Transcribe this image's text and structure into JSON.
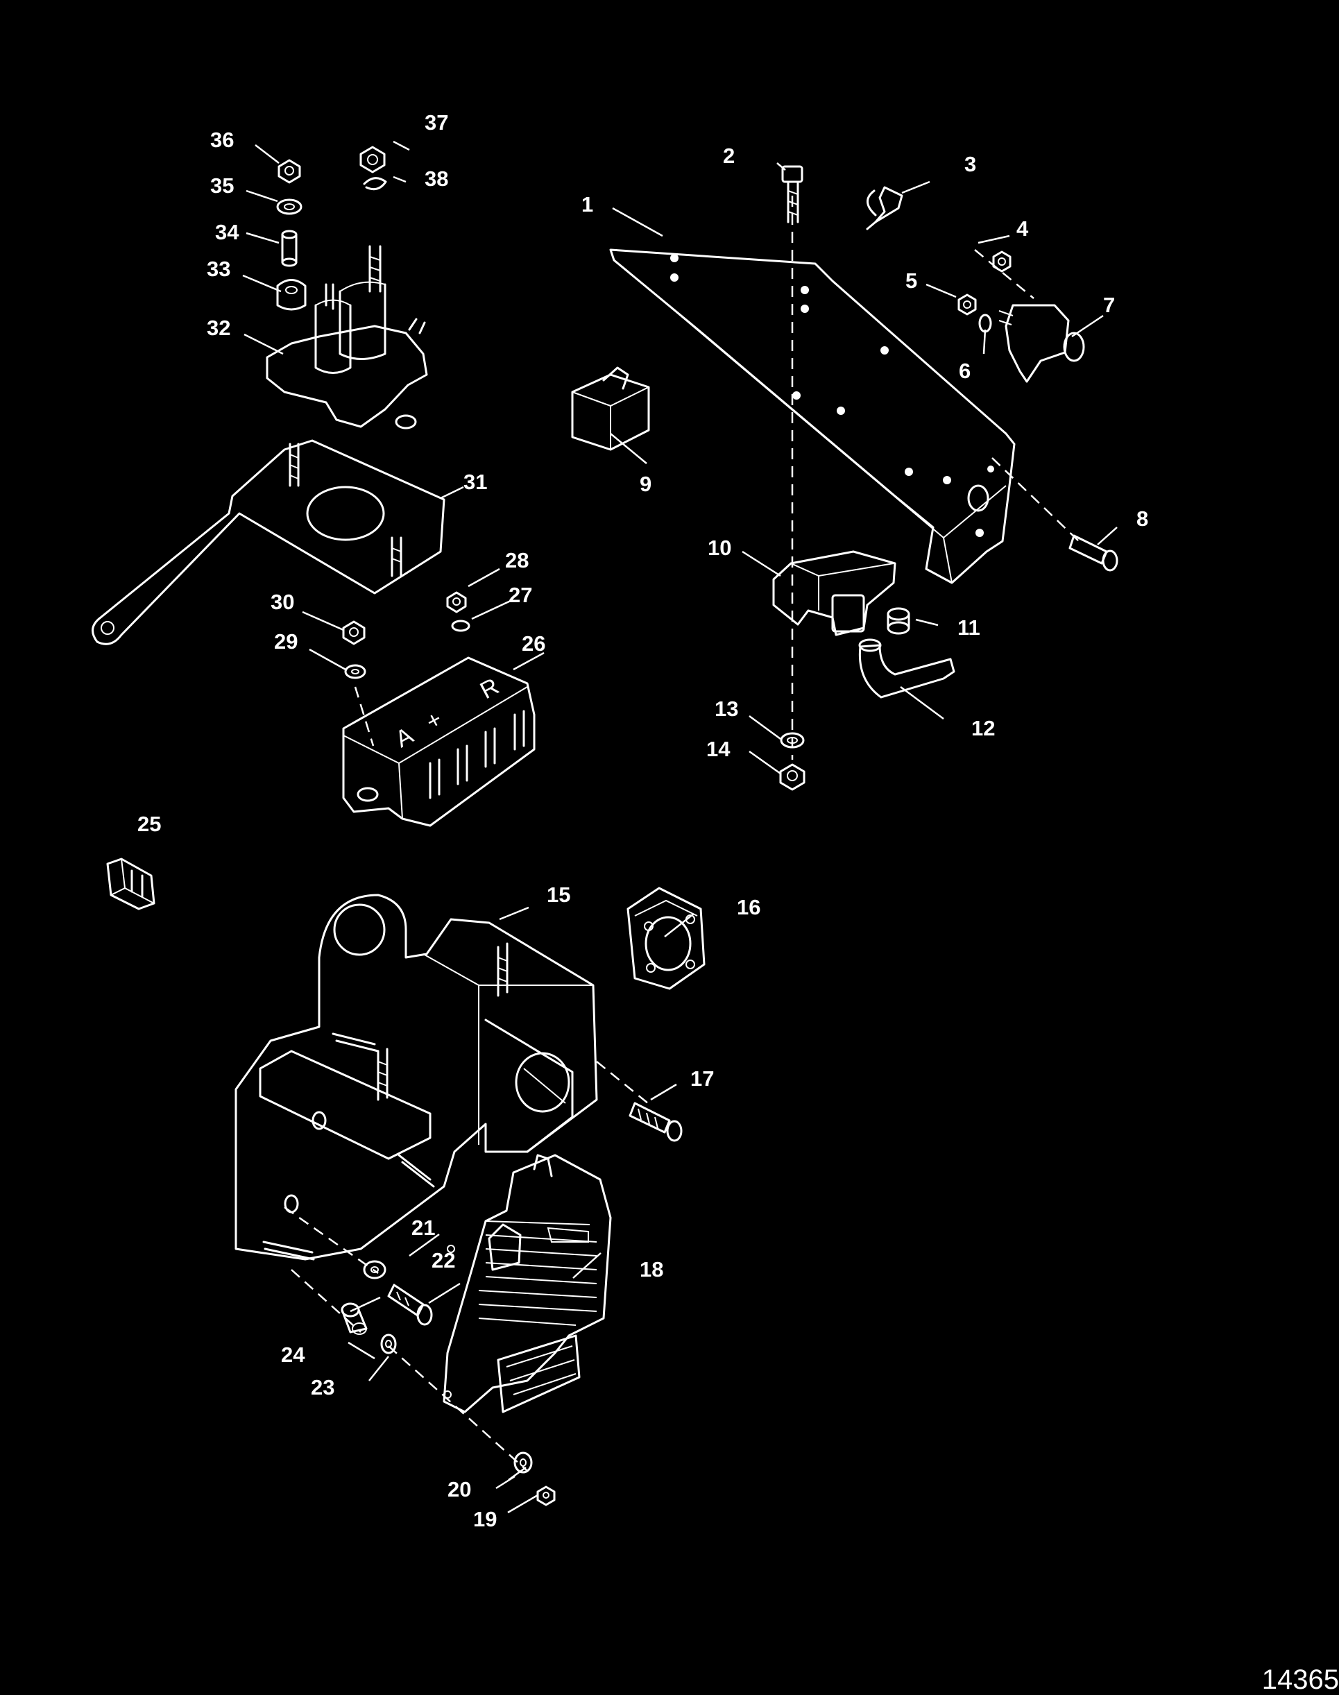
{
  "figure_id": "14365",
  "terminal_marks": [
    "A",
    "+",
    "R"
  ],
  "callouts": [
    "1",
    "2",
    "3",
    "4",
    "5",
    "6",
    "7",
    "8",
    "9",
    "10",
    "11",
    "12",
    "13",
    "14",
    "15",
    "16",
    "17",
    "18",
    "19",
    "20",
    "21",
    "22",
    "23",
    "24",
    "25",
    "26",
    "27",
    "28",
    "29",
    "30",
    "31",
    "32",
    "33",
    "34",
    "35",
    "36",
    "37",
    "38"
  ],
  "colors": {
    "background": "#000000",
    "line": "#ffffff"
  }
}
